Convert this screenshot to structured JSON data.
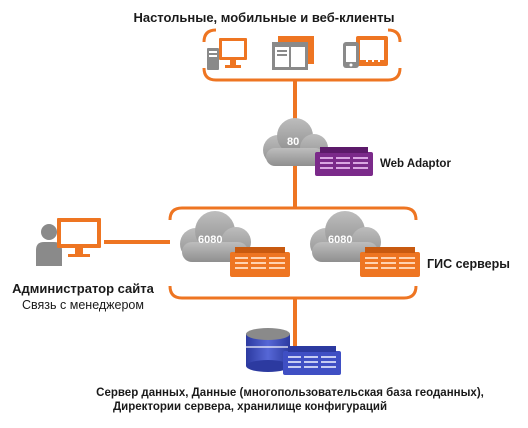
{
  "clients": {
    "title": "Настольные, мобильные и веб-клиенты"
  },
  "web_adaptor": {
    "port": "80",
    "label": "Web Adaptor"
  },
  "gis_servers": {
    "port_left": "6080",
    "port_right": "6080",
    "label": "ГИС серверы"
  },
  "admin": {
    "title": "Администратор сайта",
    "subtitle": "Связь с менеджером"
  },
  "data_server": {
    "line1": "Сервер данных, Данные (многопользовательская база геоданных),",
    "line2": "Директории сервера, хранилище конфигураций"
  },
  "colors": {
    "orange": "#ee7522",
    "purple": "#7b2a8a",
    "blue": "#3f4fc4",
    "gray_icon": "#8a8a8a",
    "cloud": "#a5a5a5"
  }
}
